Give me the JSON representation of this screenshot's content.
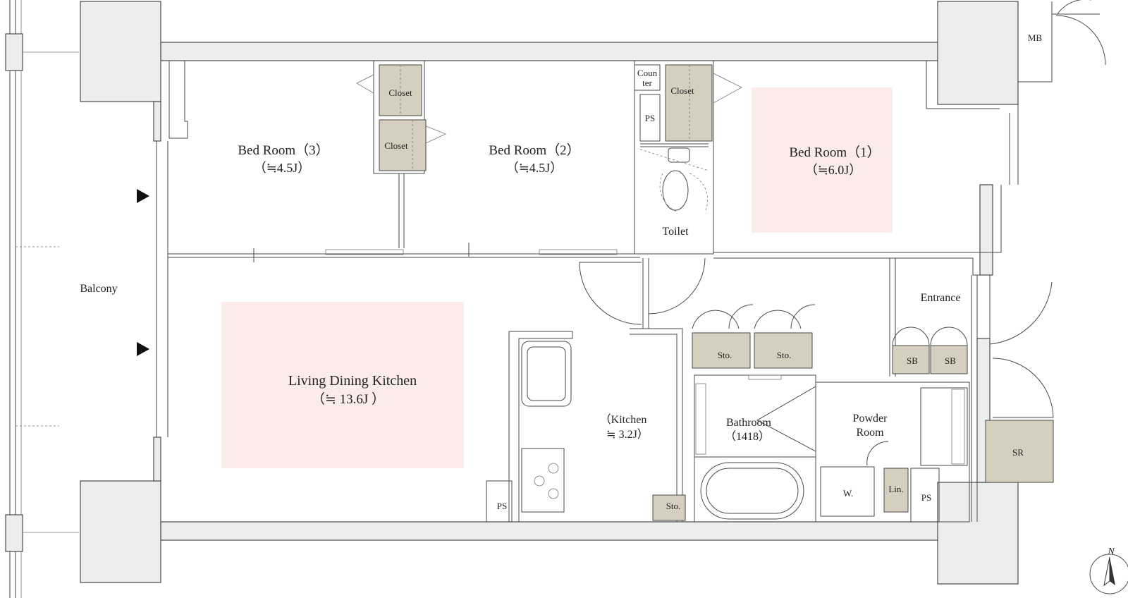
{
  "colors": {
    "wall_fill": "#eceeee",
    "wall_stroke": "#4a4a4a",
    "storage_fill": "#d6cebf",
    "room_highlight": "#fbecea",
    "text": "#222222"
  },
  "rooms": {
    "bed3": {
      "name": "Bed Room（3）",
      "size": "（≒4.5J）"
    },
    "bed2": {
      "name": "Bed Room（2）",
      "size": "（≒4.5J）"
    },
    "bed1": {
      "name": "Bed Room（1）",
      "size": "（≒6.0J）"
    },
    "ldk": {
      "name": "Living Dining Kitchen",
      "size": "（≒ 13.6J ）"
    },
    "kitchen": {
      "name": "（Kitchen",
      "size": "≒ 3.2J）"
    },
    "bathroom": {
      "name": "Bathroom",
      "size": "（1418）"
    },
    "powder": {
      "line1": "Powder",
      "line2": "Room"
    },
    "toilet": "Toilet",
    "entrance": "Entrance",
    "balcony": "Balcony"
  },
  "storage": {
    "closet": "Closet",
    "counter_line1": "Coun",
    "counter_line2": "ter",
    "ps": "PS",
    "sto": "Sto.",
    "sb": "SB",
    "sr": "SR",
    "lin": "Lin.",
    "w": "W.",
    "mb": "MB"
  },
  "compass": {
    "north": "N"
  }
}
